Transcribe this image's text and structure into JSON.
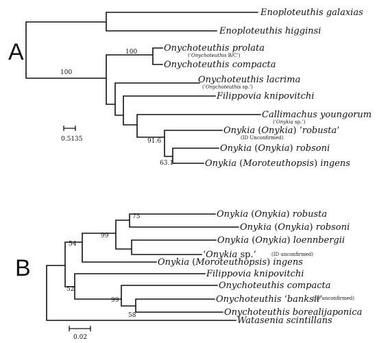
{
  "panels": [
    {
      "letter": "A",
      "scale_label": "0.5135",
      "taxa": [
        {
          "id": "a-galaxias",
          "parts": [
            {
              "t": "Enoploteuthis galaxias"
            }
          ]
        },
        {
          "id": "a-higginsi",
          "parts": [
            {
              "t": "Enoploteuthis higginsi"
            }
          ]
        },
        {
          "id": "a-prolata",
          "parts": [
            {
              "t": "Onychoteuthis prolata"
            }
          ]
        },
        {
          "id": "a-compacta",
          "parts": [
            {
              "t": "Onychoteuthis compacta"
            }
          ]
        },
        {
          "id": "a-lacrima",
          "parts": [
            {
              "t": "Onychoteuthis lacrima"
            }
          ]
        },
        {
          "id": "a-filippovia",
          "parts": [
            {
              "t": "Filippovia knipovitchi"
            }
          ]
        },
        {
          "id": "a-callimachus",
          "parts": [
            {
              "t": "Callimachus youngorum"
            }
          ]
        },
        {
          "id": "a-robusta",
          "parts": [
            {
              "t": "Onykia "
            },
            {
              "t": "(",
              "roman": true
            },
            {
              "t": "Onykia"
            },
            {
              "t": ") ‘",
              "roman": true
            },
            {
              "t": "robusta"
            },
            {
              "t": "’",
              "roman": true
            }
          ]
        },
        {
          "id": "a-robsoni",
          "parts": [
            {
              "t": "Onykia "
            },
            {
              "t": "(",
              "roman": true
            },
            {
              "t": "Onykia"
            },
            {
              "t": ") ",
              "roman": true
            },
            {
              "t": "robsoni"
            }
          ]
        },
        {
          "id": "a-ingens",
          "parts": [
            {
              "t": "Onykia "
            },
            {
              "t": "(",
              "roman": true
            },
            {
              "t": "Moroteuthopsis"
            },
            {
              "t": ") ",
              "roman": true
            },
            {
              "t": "ingens"
            }
          ]
        }
      ],
      "notes": [
        {
          "id": "note-prolata",
          "parts": [
            {
              "t": "(‘"
            },
            {
              "t": "Onychoteuthis",
              "italic": true
            },
            {
              "t": " B/C’)"
            }
          ]
        },
        {
          "id": "note-lacrima",
          "parts": [
            {
              "t": "(‘"
            },
            {
              "t": "Onychoteuthis",
              "italic": true
            },
            {
              "t": " sp.’)"
            }
          ]
        },
        {
          "id": "note-callimachus",
          "parts": [
            {
              "t": "(‘"
            },
            {
              "t": "Onykia",
              "italic": true
            },
            {
              "t": " sp.’)"
            }
          ]
        },
        {
          "id": "note-robusta",
          "parts": [
            {
              "t": "(ID Unconfirmed)"
            }
          ]
        }
      ],
      "supports": [
        {
          "id": "a-s100-root",
          "value": "100"
        },
        {
          "id": "a-s100-onycho",
          "value": "100"
        },
        {
          "id": "a-s916",
          "value": "91.6"
        },
        {
          "id": "a-s631",
          "value": "63.1"
        }
      ]
    },
    {
      "letter": "B",
      "scale_label": "0.02",
      "taxa": [
        {
          "id": "b-robusta",
          "parts": [
            {
              "t": "Onykia "
            },
            {
              "t": "(",
              "roman": true
            },
            {
              "t": "Onykia"
            },
            {
              "t": ") ",
              "roman": true
            },
            {
              "t": "robusta"
            }
          ]
        },
        {
          "id": "b-robsoni",
          "parts": [
            {
              "t": "Onykia "
            },
            {
              "t": "(",
              "roman": true
            },
            {
              "t": "Onykia"
            },
            {
              "t": ") ",
              "roman": true
            },
            {
              "t": "robsoni"
            }
          ]
        },
        {
          "id": "b-loennbergii",
          "parts": [
            {
              "t": "Onykia "
            },
            {
              "t": "(",
              "roman": true
            },
            {
              "t": "Onykia"
            },
            {
              "t": ") ",
              "roman": true
            },
            {
              "t": "loennbergii"
            }
          ]
        },
        {
          "id": "b-onykia-sp",
          "parts": [
            {
              "t": "‘",
              "roman": true
            },
            {
              "t": "Onykia"
            },
            {
              "t": " sp.’",
              "roman": true
            }
          ]
        },
        {
          "id": "b-ingens",
          "parts": [
            {
              "t": "Onykia "
            },
            {
              "t": "(",
              "roman": true
            },
            {
              "t": "Moroteuthopsis"
            },
            {
              "t": ") ",
              "roman": true
            },
            {
              "t": "ingens"
            }
          ]
        },
        {
          "id": "b-filippovia",
          "parts": [
            {
              "t": "Filippovia knipovitchi"
            }
          ]
        },
        {
          "id": "b-compacta",
          "parts": [
            {
              "t": "Onychoteuthis compacta"
            }
          ]
        },
        {
          "id": "b-banksii",
          "parts": [
            {
              "t": "Onychoteuthis"
            },
            {
              "t": " ‘",
              "roman": true
            },
            {
              "t": "banksii"
            },
            {
              "t": "’",
              "roman": true
            }
          ]
        },
        {
          "id": "b-borealijaponica",
          "parts": [
            {
              "t": "Onychoteuthis borealijaponica"
            }
          ]
        },
        {
          "id": "b-watasenia",
          "parts": [
            {
              "t": "Watasenia scintillans"
            }
          ]
        }
      ],
      "notes": [
        {
          "id": "note-onykia-sp",
          "parts": [
            {
              "t": "(ID unconfirmed)"
            }
          ]
        },
        {
          "id": "note-banksii",
          "parts": [
            {
              "t": "(ID unconfirmed)"
            }
          ]
        }
      ],
      "supports": [
        {
          "id": "b-s75",
          "value": "75"
        },
        {
          "id": "b-s99a",
          "value": "99"
        },
        {
          "id": "b-s54",
          "value": "54"
        },
        {
          "id": "b-s52",
          "value": "52"
        },
        {
          "id": "b-s99b",
          "value": "99"
        },
        {
          "id": "b-s58",
          "value": "58"
        }
      ]
    }
  ]
}
